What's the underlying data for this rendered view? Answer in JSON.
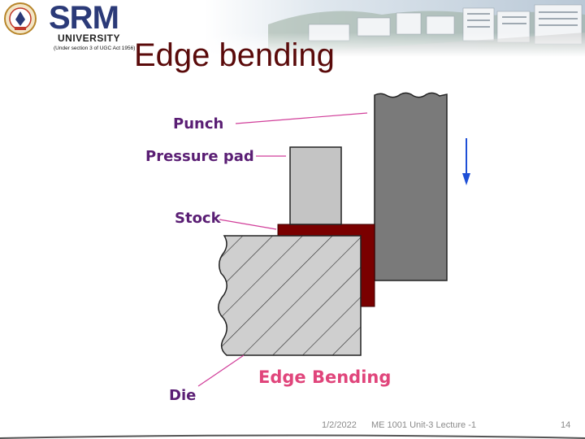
{
  "header": {
    "logo": {
      "name": "SRM",
      "subname": "UNIVERSITY",
      "tagline": "(Under section 3 of UGC Act 1956)"
    },
    "title": "Edge bending"
  },
  "diagram": {
    "labels": {
      "punch": "Punch",
      "pressure_pad": "Pressure pad",
      "stock": "Stock",
      "die": "Die",
      "caption": "Edge Bending"
    },
    "colors": {
      "punch": "#7a7a7a",
      "pressure_pad": "#c4c4c4",
      "stock": "#7a0000",
      "die_fill": "#cfcfcf",
      "label": "#5a1e74",
      "caption": "#e0457b",
      "arrow": "#1e4fd6",
      "leader": "#d13f9a"
    }
  },
  "footer": {
    "date": "1/2/2022",
    "course": "ME 1001 Unit-3 Lecture -1",
    "page": "14"
  }
}
